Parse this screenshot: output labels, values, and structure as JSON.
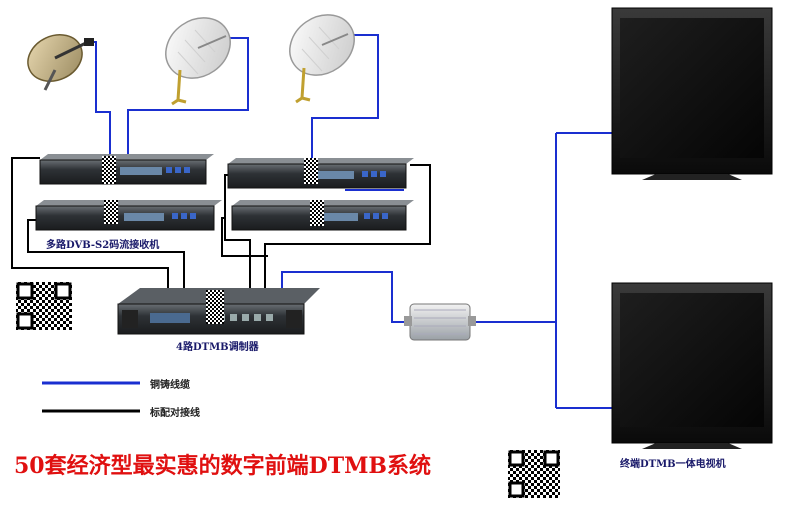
{
  "labels": {
    "receiver_label": "多路DVB-S2码流接收机",
    "modulator_label": "4路DTMB调制器",
    "tv_label": "终端DTMB一体电视机"
  },
  "legend": {
    "blue_line": "铜铸线缆",
    "black_line": "标配对接线"
  },
  "title": "50套经济型最实惠的数字前端DTMB系统",
  "colors": {
    "blue_line": "#1a2fd0",
    "black_line": "#000000",
    "title_text": "#e01010"
  }
}
